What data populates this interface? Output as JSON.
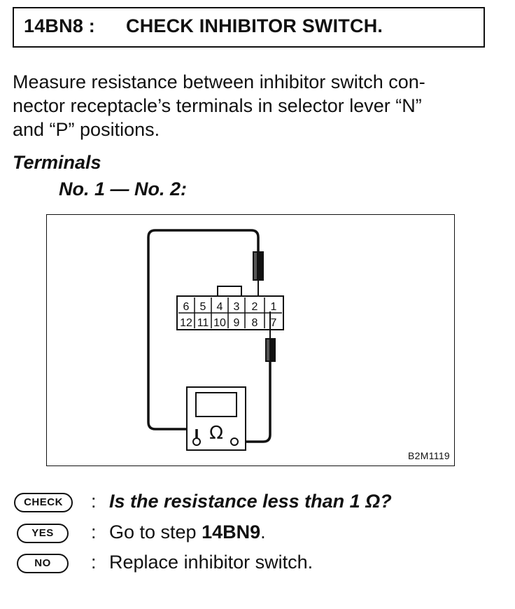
{
  "step": {
    "id": "14BN8 :",
    "title": "CHECK INHIBITOR SWITCH."
  },
  "instruction": {
    "lines": [
      "Measure resistance between inhibitor switch con-",
      "nector receptacle’s terminals in selector lever “N”",
      "and “P” positions."
    ]
  },
  "terminals": {
    "heading": "Terminals",
    "value": "No. 1 — No. 2:"
  },
  "figure": {
    "code": "B2M1119",
    "connector_top_row": [
      "6",
      "5",
      "4",
      "3",
      "2",
      "1"
    ],
    "connector_bottom_row": [
      "12",
      "11",
      "10",
      "9",
      "8",
      "7"
    ],
    "meter_symbol": "Ω"
  },
  "qa": {
    "check": {
      "badge": "CHECK",
      "colon": ":",
      "text": "Is the resistance less than 1 Ω?"
    },
    "yes": {
      "badge": "YES",
      "colon": ":",
      "text_prefix": "Go to step ",
      "text_bold": "14BN9",
      "text_suffix": "."
    },
    "no": {
      "badge": "NO",
      "colon": ":",
      "text": "Replace inhibitor switch."
    }
  }
}
